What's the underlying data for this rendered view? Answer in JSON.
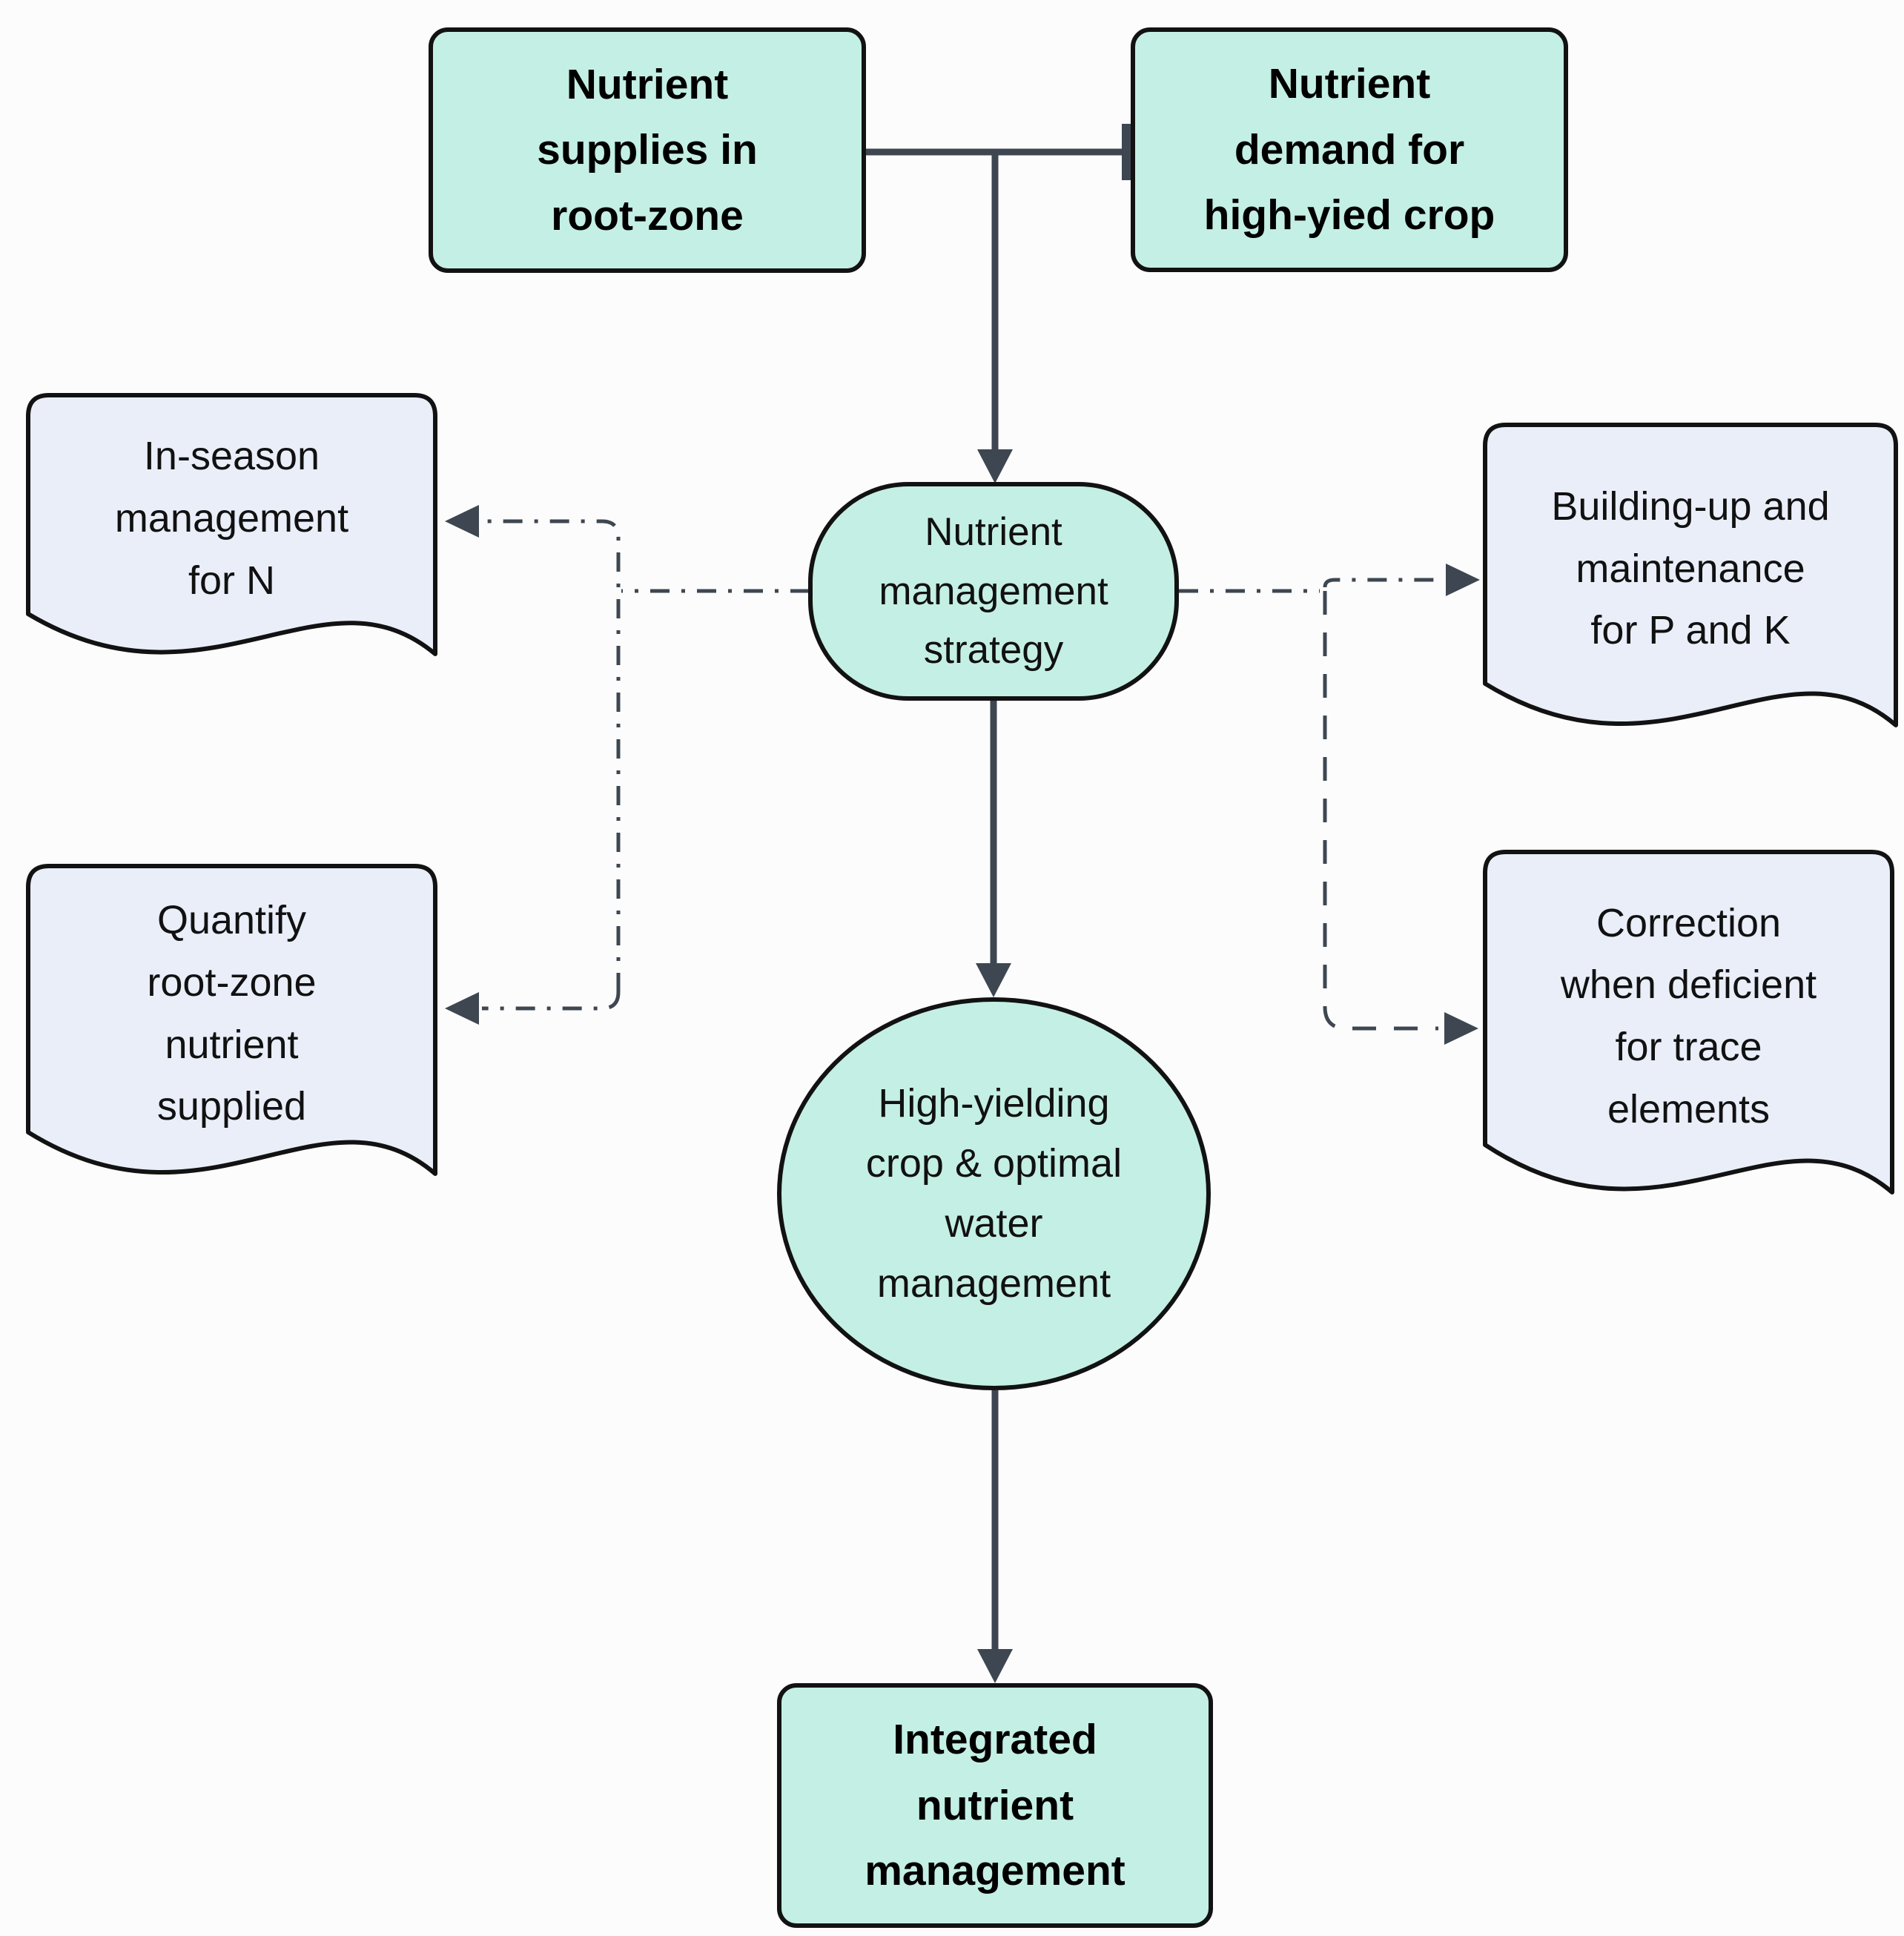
{
  "diagram": {
    "type": "flowchart",
    "topic": "Integrated nutrient management",
    "colors": {
      "node_fill": "#c4efe4",
      "document_fill": "#e9eef9",
      "connector": "#3e4751",
      "shape_border": "#121212",
      "background": "#fcfcfc"
    },
    "nodes": {
      "supplies": {
        "shape": "rectangle",
        "label": "Nutrient supplies in root-zone",
        "lines": [
          "Nutrient",
          "supplies in",
          "root-zone"
        ]
      },
      "demand": {
        "shape": "rectangle",
        "label": "Nutrient demand for high-yied crop",
        "lines": [
          "Nutrient",
          "demand for",
          "high-yied crop"
        ]
      },
      "strategy": {
        "shape": "stadium",
        "label": "Nutrient management strategy",
        "lines": [
          "Nutrient",
          "management",
          "strategy"
        ]
      },
      "inseason": {
        "shape": "document",
        "label": "In-season management for N",
        "lines": [
          "In-season",
          "management",
          "for N"
        ]
      },
      "quantify": {
        "shape": "document",
        "label": "Quantify root-zone nutrient supplied",
        "lines": [
          "Quantify",
          "root-zone",
          "nutrient",
          "supplied"
        ]
      },
      "building": {
        "shape": "document",
        "label": "Building-up and maintenance for P and K",
        "lines": [
          "Building-up and",
          "maintenance",
          "for P and K"
        ]
      },
      "correction": {
        "shape": "document",
        "label": "Correction when deficient for trace elements",
        "lines": [
          "Correction",
          "when deficient",
          "for trace",
          "elements"
        ]
      },
      "crop_water": {
        "shape": "circle",
        "label": "High-yielding crop & optimal water management",
        "lines": [
          "High-yielding",
          "crop & optimal",
          "water",
          "management"
        ]
      },
      "integrated": {
        "shape": "rectangle",
        "label": "Integrated nutrient management",
        "lines": [
          "Integrated",
          "nutrient",
          "management"
        ]
      }
    },
    "edges": [
      {
        "from": "supplies",
        "to": "demand",
        "style": "solid-tee-bar"
      },
      {
        "from": "supplies+demand",
        "to": "strategy",
        "style": "solid-arrow"
      },
      {
        "from": "strategy",
        "to": "inseason",
        "style": "dash-dot-arrow"
      },
      {
        "from": "strategy",
        "to": "quantify",
        "style": "dash-dot-arrow"
      },
      {
        "from": "strategy",
        "to": "building",
        "style": "dash-dot-arrow"
      },
      {
        "from": "strategy",
        "to": "correction",
        "style": "dashed-arrow"
      },
      {
        "from": "strategy",
        "to": "crop_water",
        "style": "solid-arrow"
      },
      {
        "from": "crop_water",
        "to": "integrated",
        "style": "solid-arrow"
      }
    ]
  }
}
